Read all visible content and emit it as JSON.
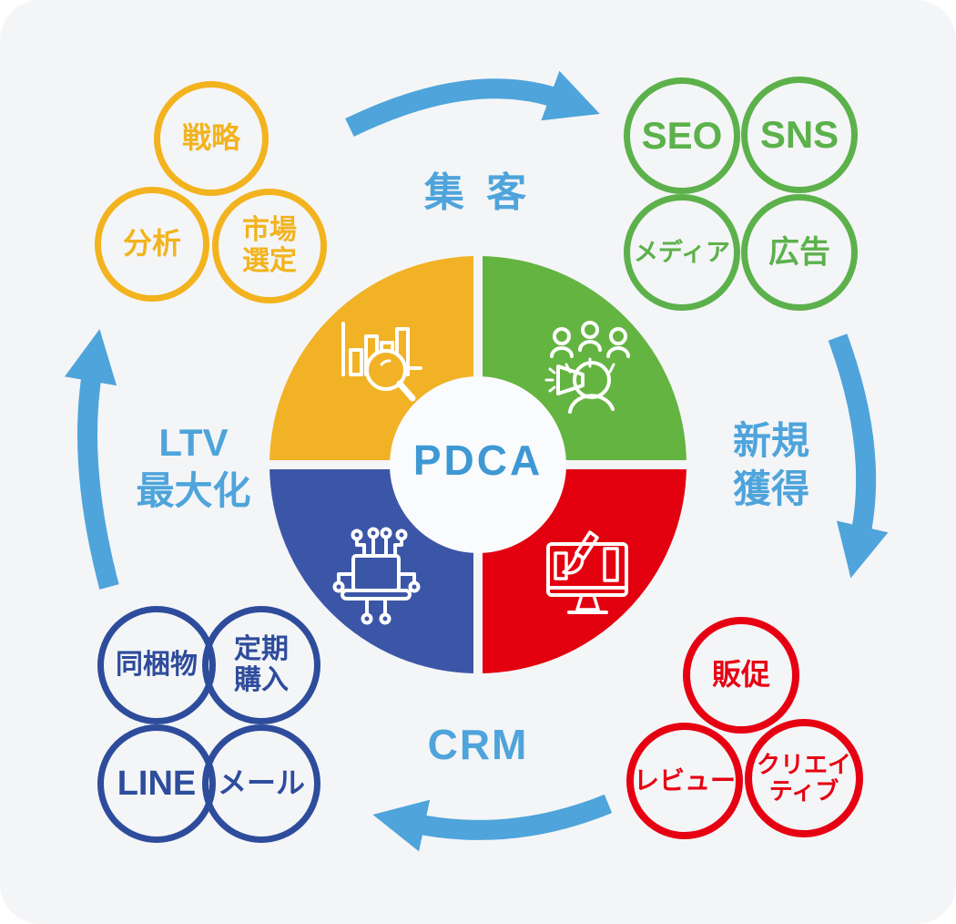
{
  "palette": {
    "card_bg": "#F4F5F7",
    "inner_bg": "#FAFBFC",
    "quad_yellow": "#F1B226",
    "quad_green": "#64B442",
    "quad_blue": "#3C56A7",
    "quad_red": "#E3000F",
    "ring_yellow": "#F2B31E",
    "ring_green": "#5CB14B",
    "ring_navy": "#2E4C9C",
    "ring_red": "#E60012",
    "cycle_blue": "#4EA4DB",
    "pdca_blue": "#3E98D4"
  },
  "center": {
    "label": "PDCA"
  },
  "quadrants": [
    {
      "position": "top-left",
      "color": "#F1B226",
      "icon": "bar-chart-magnifier-icon"
    },
    {
      "position": "top-right",
      "color": "#64B442",
      "icon": "megaphone-audience-icon"
    },
    {
      "position": "bottom-left",
      "color": "#3C56A7",
      "icon": "laptop-network-icon"
    },
    {
      "position": "bottom-right",
      "color": "#E3000F",
      "icon": "design-monitor-brush-icon"
    }
  ],
  "cycle": {
    "top": {
      "text": "集 客"
    },
    "right": {
      "lines": [
        "新規",
        "獲得"
      ]
    },
    "bottom": {
      "text": "CRM"
    },
    "left": {
      "lines": [
        "LTV",
        "最大化"
      ]
    }
  },
  "groups": {
    "strategy": {
      "color": "#F2B31E",
      "items": [
        {
          "lines": [
            "戦略"
          ]
        },
        {
          "lines": [
            "分析"
          ]
        },
        {
          "lines": [
            "市場",
            "選定"
          ]
        }
      ]
    },
    "acquisition": {
      "color": "#5CB14B",
      "items": [
        {
          "lines": [
            "SEO"
          ]
        },
        {
          "lines": [
            "SNS"
          ]
        },
        {
          "lines": [
            "メディア"
          ]
        },
        {
          "lines": [
            "広告"
          ]
        }
      ]
    },
    "retention": {
      "color": "#2E4C9C",
      "items": [
        {
          "lines": [
            "同梱物"
          ]
        },
        {
          "lines": [
            "定期",
            "購入"
          ]
        },
        {
          "lines": [
            "LINE"
          ]
        },
        {
          "lines": [
            "メール"
          ]
        }
      ]
    },
    "promotion": {
      "color": "#E60012",
      "items": [
        {
          "lines": [
            "販促"
          ]
        },
        {
          "lines": [
            "レビュー"
          ]
        },
        {
          "lines": [
            "クリエイ",
            "ティブ"
          ]
        }
      ]
    }
  }
}
